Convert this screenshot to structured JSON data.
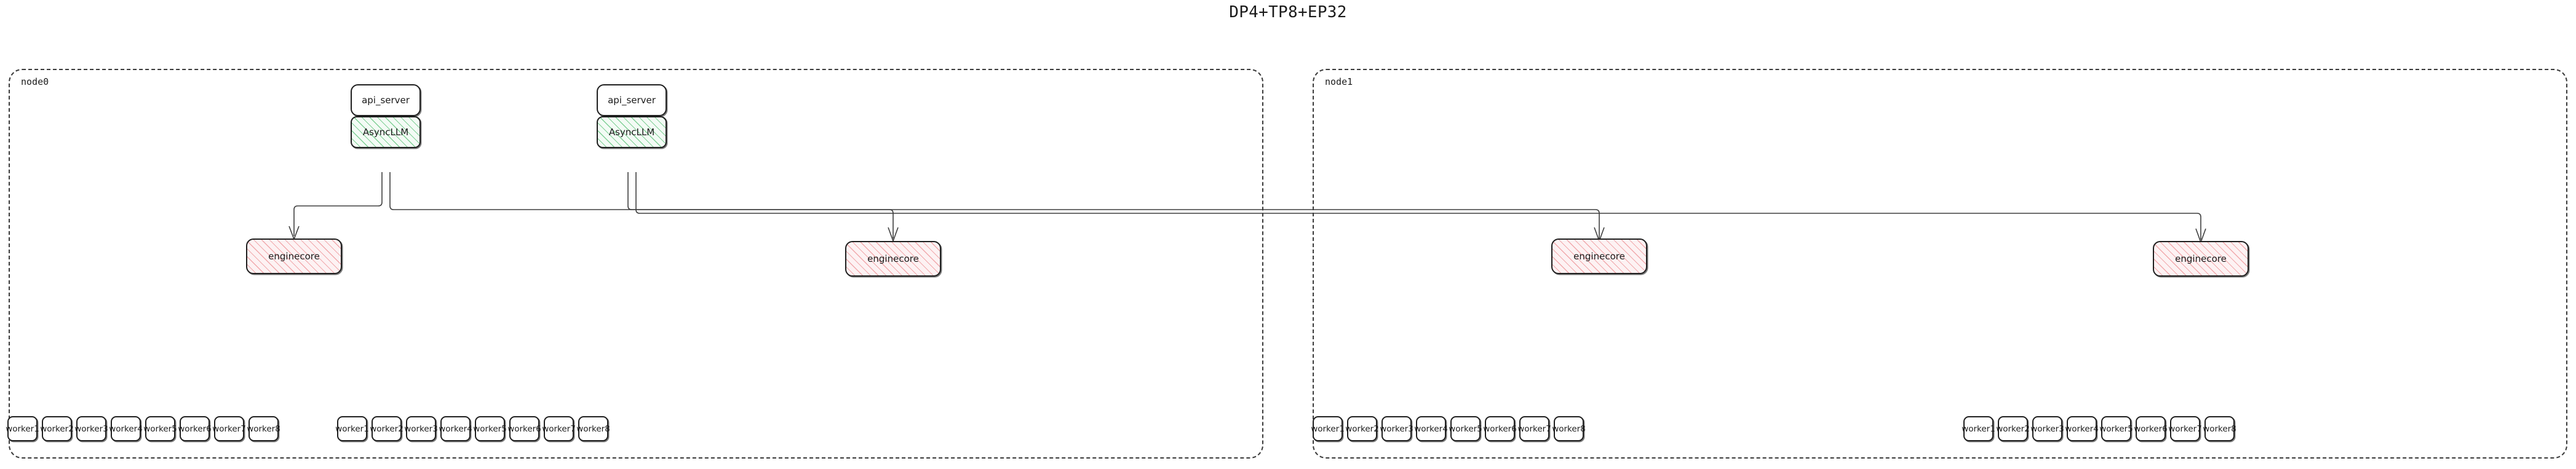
{
  "title": "DP4+TP8+EP32",
  "nodes": [
    {
      "id": "node0",
      "label": "node0",
      "api_servers": [
        {
          "label": "api_server"
        },
        {
          "label": "api_server"
        }
      ],
      "async_llms": [
        {
          "label": "AsyncLLM"
        },
        {
          "label": "AsyncLLM"
        }
      ],
      "enginecores": [
        {
          "label": "enginecore"
        },
        {
          "label": "enginecore"
        }
      ],
      "worker_groups": [
        {
          "workers": [
            "worker1",
            "worker2",
            "worker3",
            "worker4",
            "worker5",
            "worker6",
            "worker7",
            "worker8"
          ]
        },
        {
          "workers": [
            "worker1",
            "worker2",
            "worker3",
            "worker4",
            "worker5",
            "worker6",
            "worker7",
            "worker8"
          ]
        }
      ]
    },
    {
      "id": "node1",
      "label": "node1",
      "api_servers": [],
      "async_llms": [],
      "enginecores": [
        {
          "label": "enginecore"
        },
        {
          "label": "enginecore"
        }
      ],
      "worker_groups": [
        {
          "workers": [
            "worker1",
            "worker2",
            "worker3",
            "worker4",
            "worker5",
            "worker6",
            "worker7",
            "worker8"
          ]
        },
        {
          "workers": [
            "worker1",
            "worker2",
            "worker3",
            "worker4",
            "worker5",
            "worker6",
            "worker7",
            "worker8"
          ]
        }
      ]
    }
  ],
  "colors": {
    "asyncllm_hatch": "#50be6e",
    "enginecore_hatch": "#e9787d",
    "box_border": "#1f1f1f",
    "cluster_border": "#3a3a3a",
    "edge": "#3f3f3f",
    "background": "#ffffff"
  },
  "edges": [
    {
      "from": "node0.asyncllm.0",
      "to": "node0.enginecore.0"
    },
    {
      "from": "node0.asyncllm.0",
      "to": "node0.enginecore.1"
    },
    {
      "from": "node0.asyncllm.1",
      "to": "node1.enginecore.0"
    },
    {
      "from": "node0.asyncllm.1",
      "to": "node1.enginecore.1"
    }
  ]
}
